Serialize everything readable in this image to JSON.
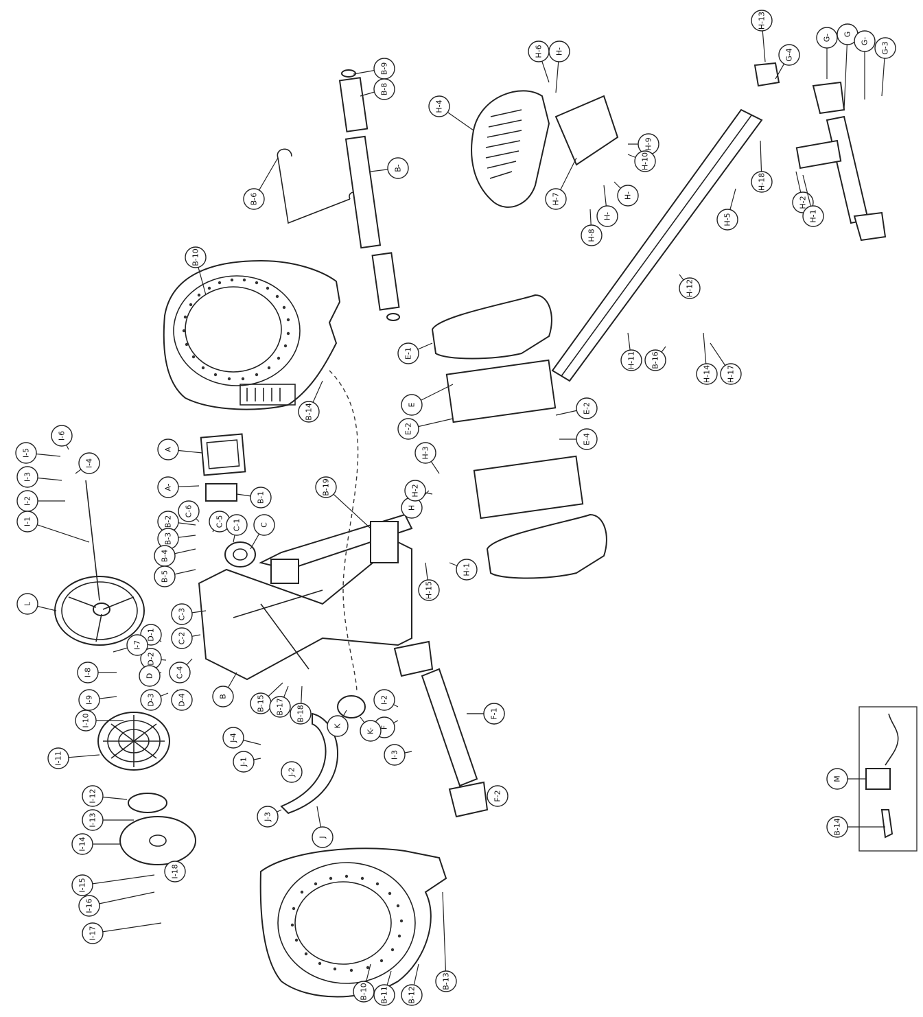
{
  "callouts": [
    "B-9",
    "B-8",
    "B-",
    "B-6",
    "B-10",
    "B-14",
    "H-6",
    "H-",
    "H-4",
    "H-7",
    "H-8",
    "H-9",
    "H-10",
    "H-",
    "H-",
    "H-13",
    "G-4",
    "G-",
    "G",
    "G-",
    "G-3",
    "H-18",
    "H-5",
    "H-2",
    "H-1",
    "H-12",
    "E-1",
    "E",
    "E-2",
    "E-2",
    "E-4",
    "H-11",
    "B-16",
    "H-14",
    "H-17",
    "A",
    "A-",
    "B-1",
    "C-6",
    "B-2",
    "C-5",
    "C-1",
    "C",
    "B-3",
    "B-4",
    "B-5",
    "B-19",
    "H",
    "H-2",
    "H-3",
    "H-15",
    "H-1",
    "I-6",
    "I-5",
    "I-4",
    "I-3",
    "I-2",
    "I-1",
    "L",
    "D-1",
    "D-2",
    "C-3",
    "C-2",
    "C-4",
    "D",
    "D-3",
    "D-4",
    "I-7",
    "I-8",
    "I-9",
    "I-10",
    "I-11",
    "I-12",
    "I-13",
    "I-14",
    "I-15",
    "I-16",
    "I-17",
    "I-18",
    "B",
    "B-15",
    "B-17",
    "B-18",
    "F-1",
    "I-2",
    "F",
    "K",
    "K-",
    "I-3",
    "F-1",
    "F-2",
    "J-4",
    "J-1",
    "J-2",
    "J-3",
    "J",
    "B-10",
    "B-11",
    "B-12",
    "B-13",
    "M",
    "B-14"
  ]
}
